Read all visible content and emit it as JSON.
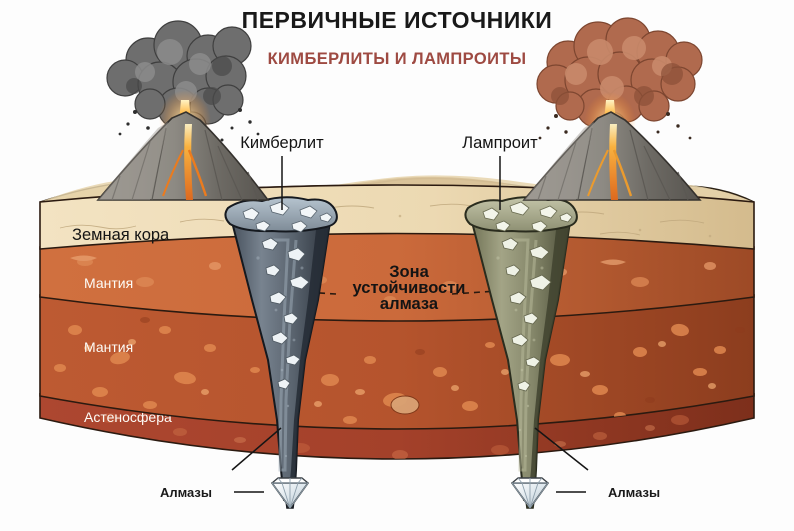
{
  "header": {
    "title": "ПЕРВИЧНЫЕ ИСТОЧНИКИ",
    "subtitle": "КИМБЕРЛИТЫ И ЛАМПРОИТЫ",
    "title_color": "#191919",
    "subtitle_color": "#9e4a42"
  },
  "pipes": {
    "left": {
      "label": "Кимберлит",
      "fill": "#5c6773",
      "fill_dark": "#343c46",
      "fill_light": "#9aa7b3"
    },
    "right": {
      "label": "Лампроит",
      "fill": "#8b8d6d",
      "fill_dark": "#53553f",
      "fill_light": "#b5b69a"
    }
  },
  "layers": [
    {
      "name": "Земная кора",
      "label": "Земная кора",
      "color": "#efddb9",
      "color_dark": "#d9c194",
      "label_color": "#141414"
    },
    {
      "name": "Мантия",
      "label": "Мантия",
      "color": "#cc6b3d",
      "color_dark": "#a8502a",
      "label_color": "#fdfcf7"
    },
    {
      "name": "Мантия",
      "label": "Мантия",
      "color": "#b8562f",
      "color_dark": "#954220",
      "label_color": "#fdfcf7"
    },
    {
      "name": "Астеносфера",
      "label": "Астеносфера",
      "color": "#a8432a",
      "color_dark": "#863320",
      "label_color": "#fdfcf7"
    }
  ],
  "annotation": {
    "line1": "Зона",
    "line2": "устойчивости",
    "line3": "алмаза",
    "color": "#1d1008"
  },
  "diamonds": {
    "left_label": "Алмазы",
    "right_label": "Алмазы",
    "gem_color": "#dfe6ea",
    "gem_edge": "#3a3f44"
  },
  "volcanoes": {
    "left": {
      "plume_color": "#6f6f6f",
      "cone_color": "#8a8781",
      "lava_color": "#f0821e"
    },
    "right": {
      "plume_color": "#b06a4e",
      "cone_color": "#8a8781",
      "lava_color": "#f0a83e"
    }
  },
  "surface": {
    "color": "#e3cfa6",
    "color_shadow": "#cbb084"
  }
}
